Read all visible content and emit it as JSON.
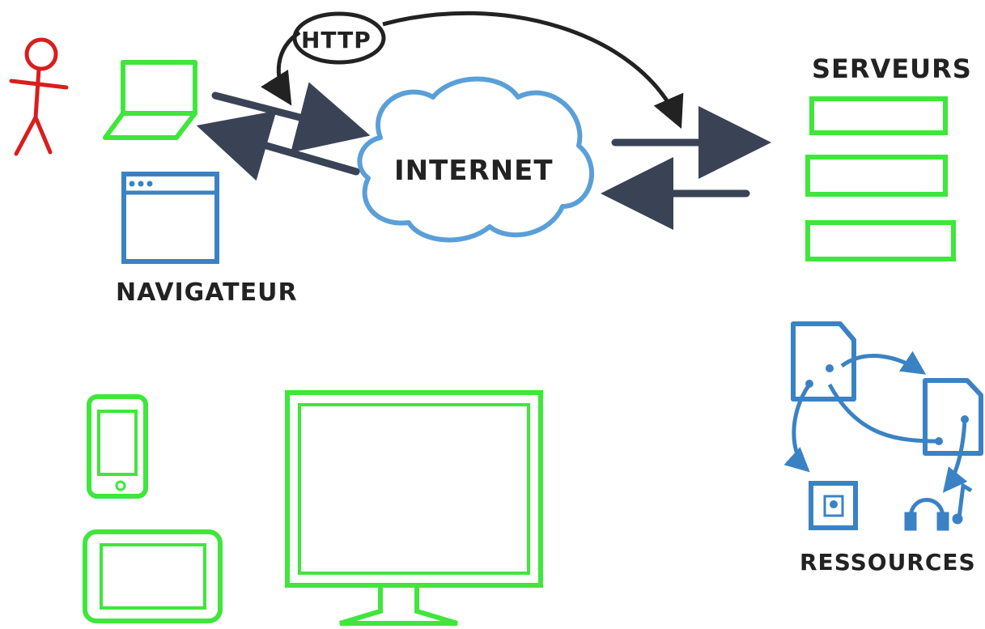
{
  "labels": {
    "http": "HTTP",
    "internet": "INTERNET",
    "servers": "SERVEURS",
    "browser": "NAVIGATEUR",
    "resources": "RESSOURCES"
  },
  "colors": {
    "person": "#d81e1e",
    "device": "#3fe63c",
    "device_dark": "#1d9a2a",
    "browser": "#3b82c4",
    "cloud": "#5a9fd8",
    "arrow": "#3a4356",
    "text": "#222222"
  }
}
